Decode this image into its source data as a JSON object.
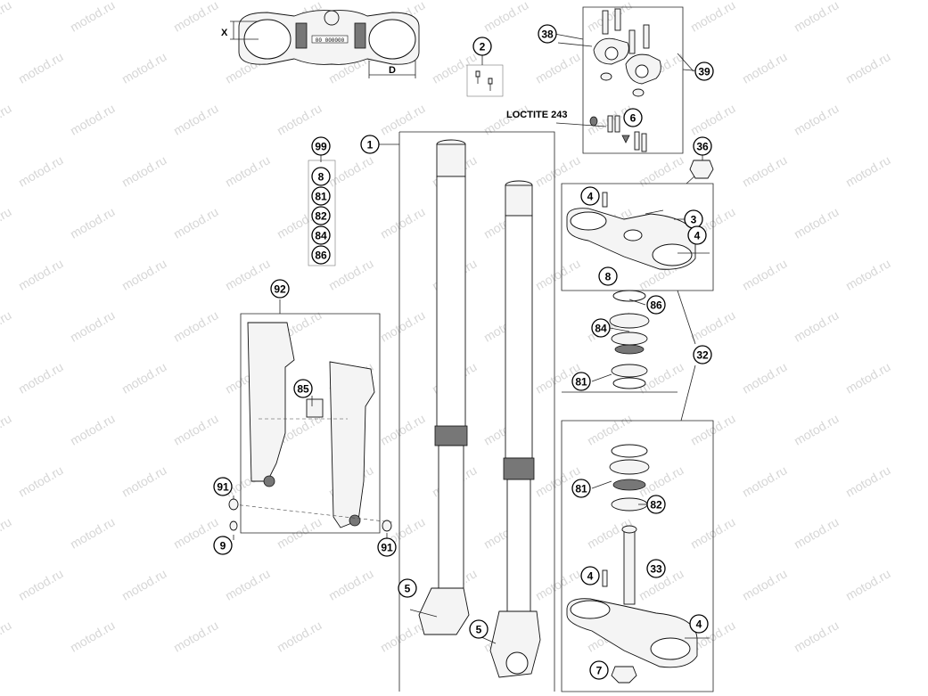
{
  "watermark": "motod.ru",
  "text": {
    "loctite": "LOCTITE 243",
    "dim_x": "X",
    "dim_d": "D"
  },
  "callouts": [
    {
      "id": "c1",
      "label": "1"
    },
    {
      "id": "c2",
      "label": "2"
    },
    {
      "id": "c3",
      "label": "3"
    },
    {
      "id": "c4a",
      "label": "4"
    },
    {
      "id": "c4b",
      "label": "4"
    },
    {
      "id": "c4c",
      "label": "4"
    },
    {
      "id": "c4d",
      "label": "4"
    },
    {
      "id": "c5a",
      "label": "5"
    },
    {
      "id": "c5b",
      "label": "5"
    },
    {
      "id": "c6",
      "label": "6"
    },
    {
      "id": "c7",
      "label": "7"
    },
    {
      "id": "c8a",
      "label": "8"
    },
    {
      "id": "c8b",
      "label": "8"
    },
    {
      "id": "c9",
      "label": "9"
    },
    {
      "id": "c32",
      "label": "32"
    },
    {
      "id": "c33",
      "label": "33"
    },
    {
      "id": "c36",
      "label": "36"
    },
    {
      "id": "c38",
      "label": "38"
    },
    {
      "id": "c39",
      "label": "39"
    },
    {
      "id": "c81a",
      "label": "81"
    },
    {
      "id": "c81b",
      "label": "81"
    },
    {
      "id": "c81c",
      "label": "81"
    },
    {
      "id": "c82a",
      "label": "82"
    },
    {
      "id": "c82b",
      "label": "82"
    },
    {
      "id": "c84a",
      "label": "84"
    },
    {
      "id": "c84b",
      "label": "84"
    },
    {
      "id": "c85",
      "label": "85"
    },
    {
      "id": "c86a",
      "label": "86"
    },
    {
      "id": "c86b",
      "label": "86"
    },
    {
      "id": "c91a",
      "label": "91"
    },
    {
      "id": "c91b",
      "label": "91"
    },
    {
      "id": "c92",
      "label": "92"
    },
    {
      "id": "c99",
      "label": "99"
    }
  ]
}
